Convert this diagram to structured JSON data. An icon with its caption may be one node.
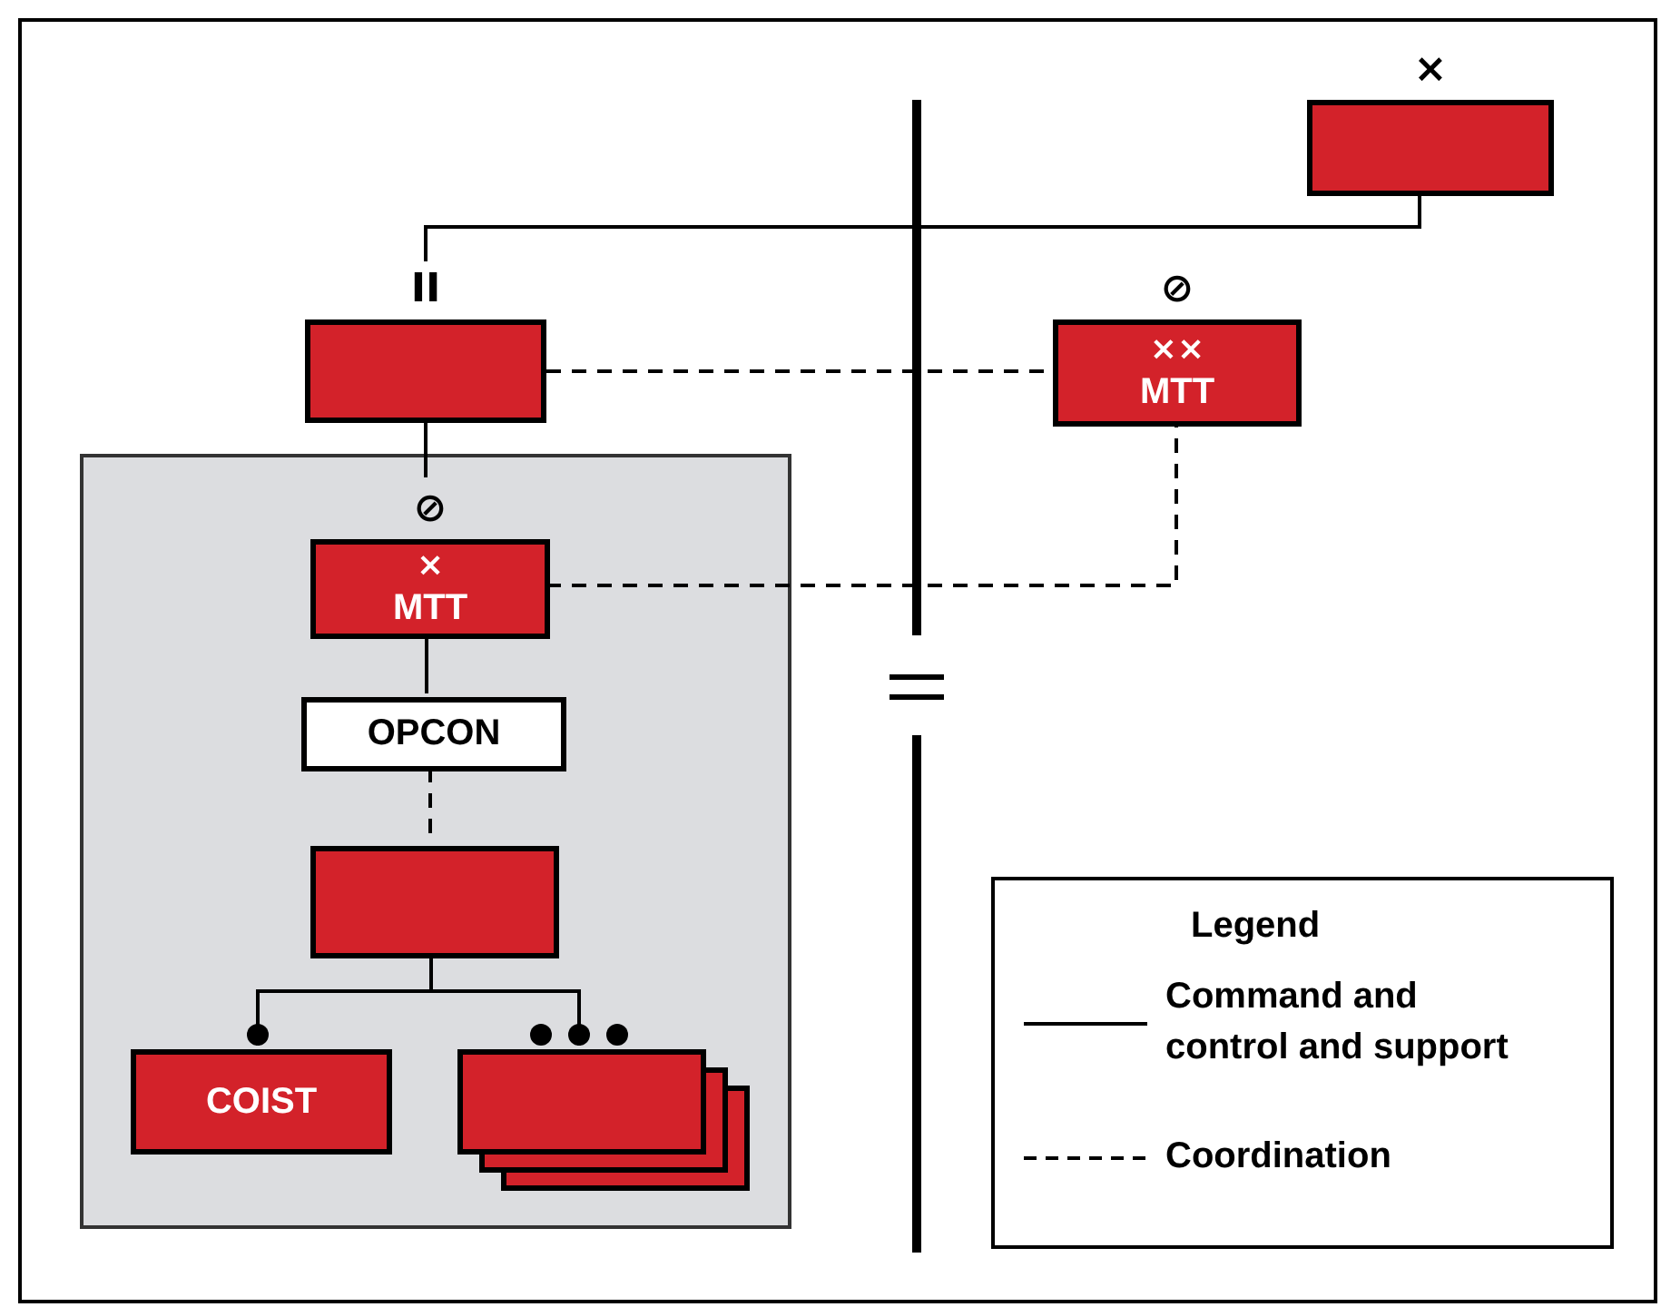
{
  "diagram": {
    "nodes": [
      {
        "text": [],
        "shape": "box",
        "beside": [
          "×"
        ]
      },
      {
        "text": [],
        "shape": "box",
        "beside": [
          "II"
        ]
      },
      {
        "text": [
          "××",
          "MTT"
        ],
        "beside": [
          "⊘"
        ]
      },
      {
        "text": [],
        "shape": "box"
      },
      {
        "text": [
          "×",
          "MTT"
        ],
        "beside": [
          "⊘"
        ],
        "in": 3
      },
      {
        "text": [
          "OPCON"
        ],
        "in": 3
      },
      {
        "text": [],
        "shape": "box",
        "in": 3
      },
      {
        "text": [
          "COIST"
        ],
        "in": 3
      },
      {
        "text": [],
        "shape": "stack",
        "in": 3
      }
    ],
    "edges": [
      {
        "from": 1,
        "to": 0,
        "arrow": "none"
      },
      {
        "from": 1,
        "to": 2,
        "arrow": "none",
        "style": "dashed"
      },
      {
        "from": 1,
        "to": 4,
        "arrow": "none"
      },
      {
        "from": 4,
        "to": 2,
        "arrow": "none",
        "style": "dashed"
      },
      {
        "from": 4,
        "to": 5,
        "arrow": "none"
      },
      {
        "from": 5,
        "to": 6,
        "arrow": "none",
        "style": "dashed"
      },
      {
        "from": 6,
        "to": 7,
        "arrow": "other"
      },
      {
        "from": 6,
        "to": 8,
        "arrow": "other"
      }
    ],
    "labels": [
      "Legend"
    ],
    "legend": [
      {
        "text": "Command and control and support"
      },
      {
        "text": "Coordination"
      }
    ]
  }
}
